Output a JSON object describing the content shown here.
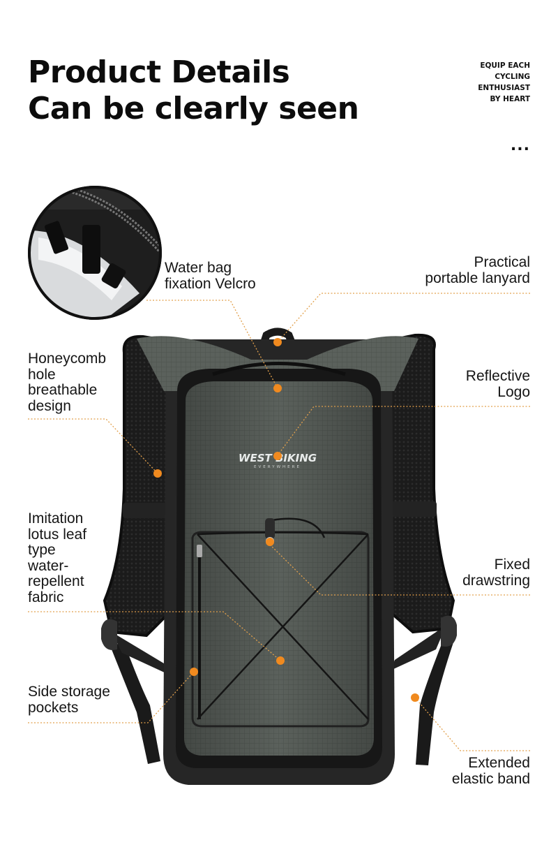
{
  "heading": {
    "line1": "Product Details",
    "line2": "Can be clearly seen"
  },
  "tagline": [
    "EQUIP EACH",
    "CYCLING",
    "ENTHUSIAST",
    "BY HEART"
  ],
  "more_icon": "ellipsis-icon",
  "more_text": "...",
  "product": {
    "brand_logo": "WEST BIKING",
    "brand_sub": "EVERYWHERE",
    "main_color": "#5a605b",
    "strap_color": "#1a1a1a",
    "accent_color": "#f08a1f"
  },
  "callouts": {
    "velcro": [
      "Water bag",
      "fixation Velcro"
    ],
    "lanyard": [
      "Practical",
      "portable lanyard"
    ],
    "honeycomb": [
      "Honeycomb",
      "hole",
      "breathable",
      "design"
    ],
    "reflective": [
      "Reflective",
      "Logo"
    ],
    "lotus": [
      "Imitation",
      "lotus leaf",
      "type",
      "water-",
      "repellent",
      "fabric"
    ],
    "drawstring": [
      "Fixed",
      "drawstring"
    ],
    "side_pockets": [
      "Side storage",
      "pockets"
    ],
    "elastic": [
      "Extended",
      "elastic band"
    ]
  }
}
